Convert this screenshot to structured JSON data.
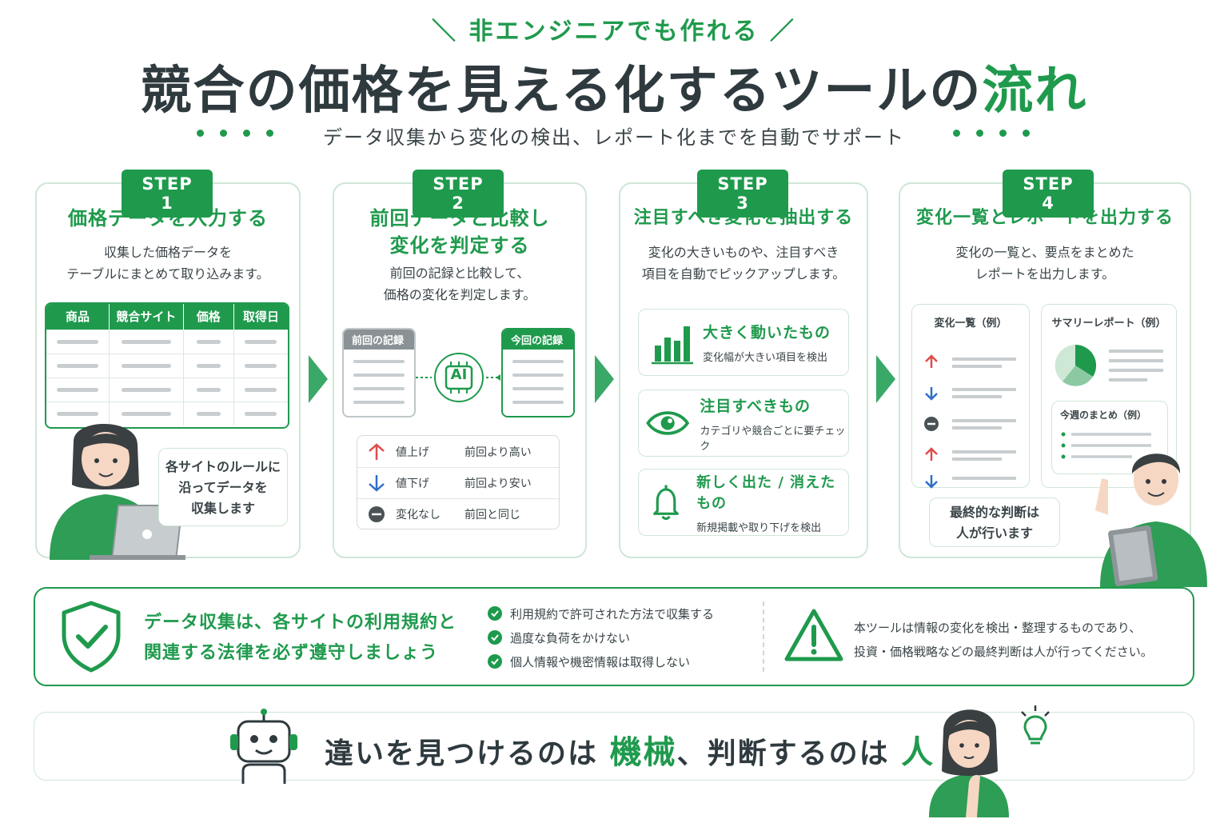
{
  "header": {
    "tagline": "＼ 非エンジニアでも作れる ／",
    "title_main": "競合の価格を見える化するツールの",
    "title_accent": "流れ",
    "subtitle": "データ収集から変化の検出、レポート化までを自動でサポート"
  },
  "steps": [
    {
      "badge": "STEP 1",
      "title_lines": [
        "価格データを入力する"
      ],
      "desc_lines": [
        "収集した価格データを",
        "テーブルにまとめて取り込みます。"
      ],
      "table_headers": [
        "商品",
        "競合サイト",
        "価格",
        "取得日"
      ],
      "bubble_lines": [
        "各サイトのルールに",
        "沿ってデータを",
        "収集します"
      ]
    },
    {
      "badge": "STEP 2",
      "title_lines": [
        "前回データと比較し",
        "変化を判定する"
      ],
      "desc_lines": [
        "前回の記録と比較して、",
        "価格の変化を判定します。"
      ],
      "prev_label": "前回の記録",
      "curr_label": "今回の記録",
      "ai_label": "AI",
      "legend": [
        {
          "status": "値上げ",
          "meaning": "前回より高い"
        },
        {
          "status": "値下げ",
          "meaning": "前回より安い"
        },
        {
          "status": "変化なし",
          "meaning": "前回と同じ"
        }
      ]
    },
    {
      "badge": "STEP 3",
      "title_lines": [
        "注目すべき変化を抽出する"
      ],
      "desc_lines": [
        "変化の大きいものや、注目すべき",
        "項目を自動でピックアップします。"
      ],
      "features": [
        {
          "title": "大きく動いたもの",
          "desc": "変化幅が大きい項目を検出",
          "icon": "bar-chart-icon"
        },
        {
          "title": "注目すべきもの",
          "desc": "カテゴリや競合ごとに要チェック",
          "icon": "eye-icon"
        },
        {
          "title": "新しく出た / 消えたもの",
          "desc": "新規掲載や取り下げを検出",
          "icon": "bell-icon"
        }
      ]
    },
    {
      "badge": "STEP 4",
      "title_lines": [
        "変化一覧とレポートを出力する"
      ],
      "desc_lines": [
        "変化の一覧と、要点をまとめた",
        "レポートを出力します。"
      ],
      "list_title": "変化一覧（例）",
      "summary_title": "サマリーレポート（例）",
      "weekly_title": "今週のまとめ（例）",
      "bubble_lines": [
        "最終的な判断は",
        "人が行います"
      ]
    }
  ],
  "compliance": {
    "headline_lines": [
      "データ収集は、各サイトの利用規約と",
      "関連する法律を必ず遵守しましょう"
    ],
    "checks": [
      "利用規約で許可された方法で収集する",
      "過度な負荷をかけない",
      "個人情報や機密情報は取得しない"
    ],
    "warning_lines": [
      "本ツールは情報の変化を検出・整理するものであり、",
      "投資・価格戦略などの最終判断は人が行ってください。"
    ]
  },
  "motto": {
    "part1": "違いを見つけるのは",
    "machine": "機械",
    "part2": "、判断するのは",
    "human": "人"
  },
  "colors": {
    "accent": "#1f9a4d",
    "up": "#e04b4b",
    "down": "#2f6fc9",
    "neutral": "#4a5256"
  }
}
